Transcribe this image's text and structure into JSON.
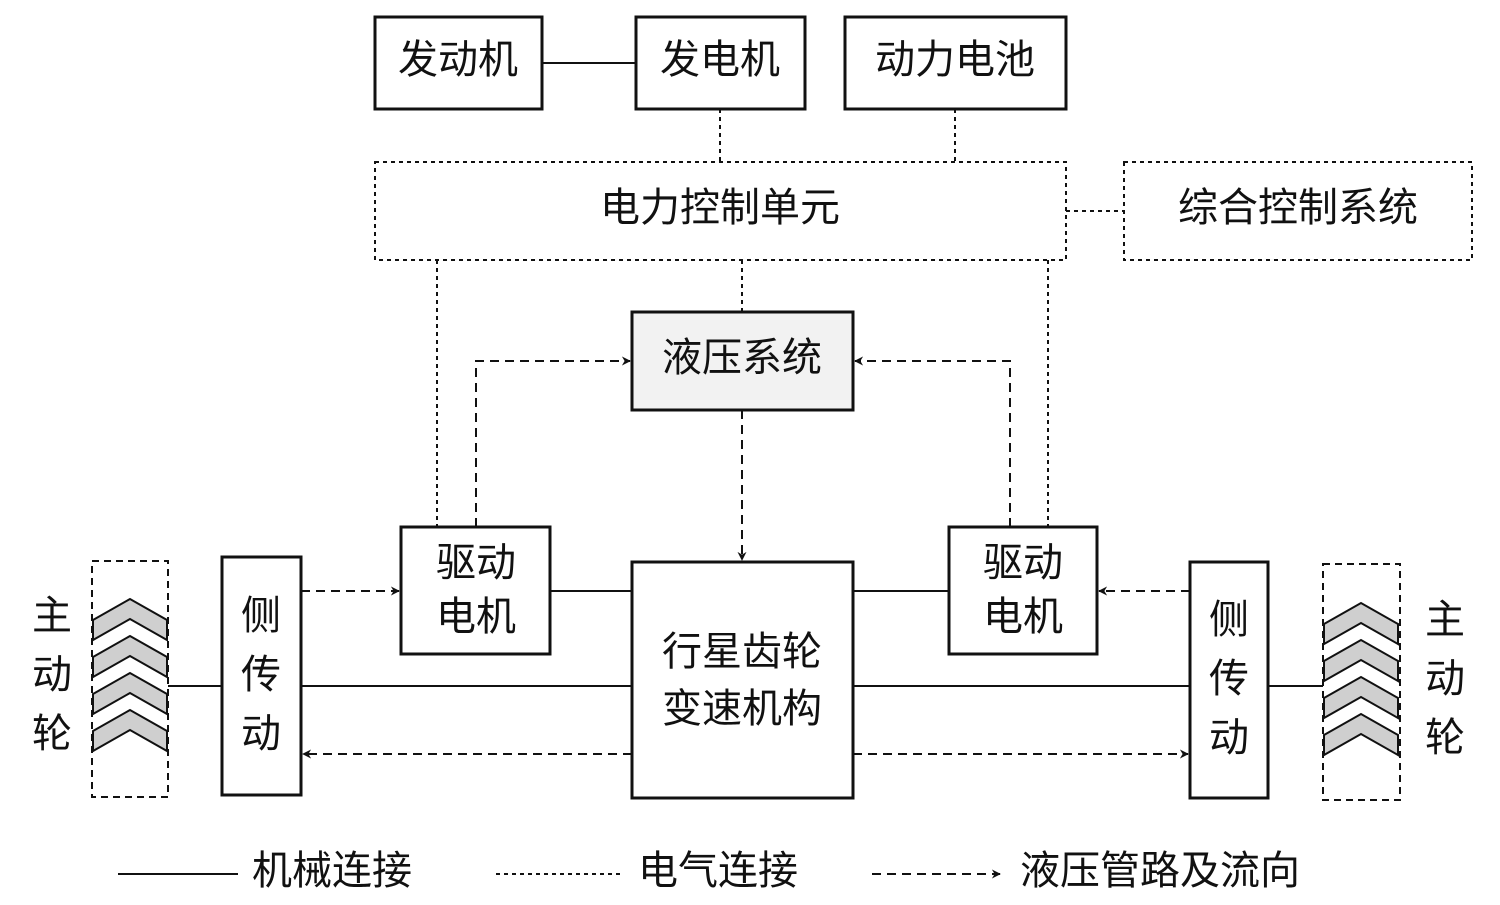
{
  "blocks": {
    "engine": "发动机",
    "generator": "发电机",
    "battery": "动力电池",
    "power_control": "电力控制单元",
    "integrated_control": "综合控制系统",
    "hydraulic": "液压系统",
    "planetary": [
      "行星齿轮",
      "变速机构"
    ],
    "motor_left": [
      "驱动",
      "电机"
    ],
    "motor_right": [
      "驱动",
      "电机"
    ],
    "side_left": [
      "侧",
      "传",
      "动"
    ],
    "side_right": [
      "侧",
      "传",
      "动"
    ],
    "wheel_left": [
      "主",
      "动",
      "轮"
    ],
    "wheel_right": [
      "主",
      "动",
      "轮"
    ]
  },
  "legend": {
    "mechanical": "机械连接",
    "electrical": "电气连接",
    "hydraulic": "液压管路及流向"
  }
}
